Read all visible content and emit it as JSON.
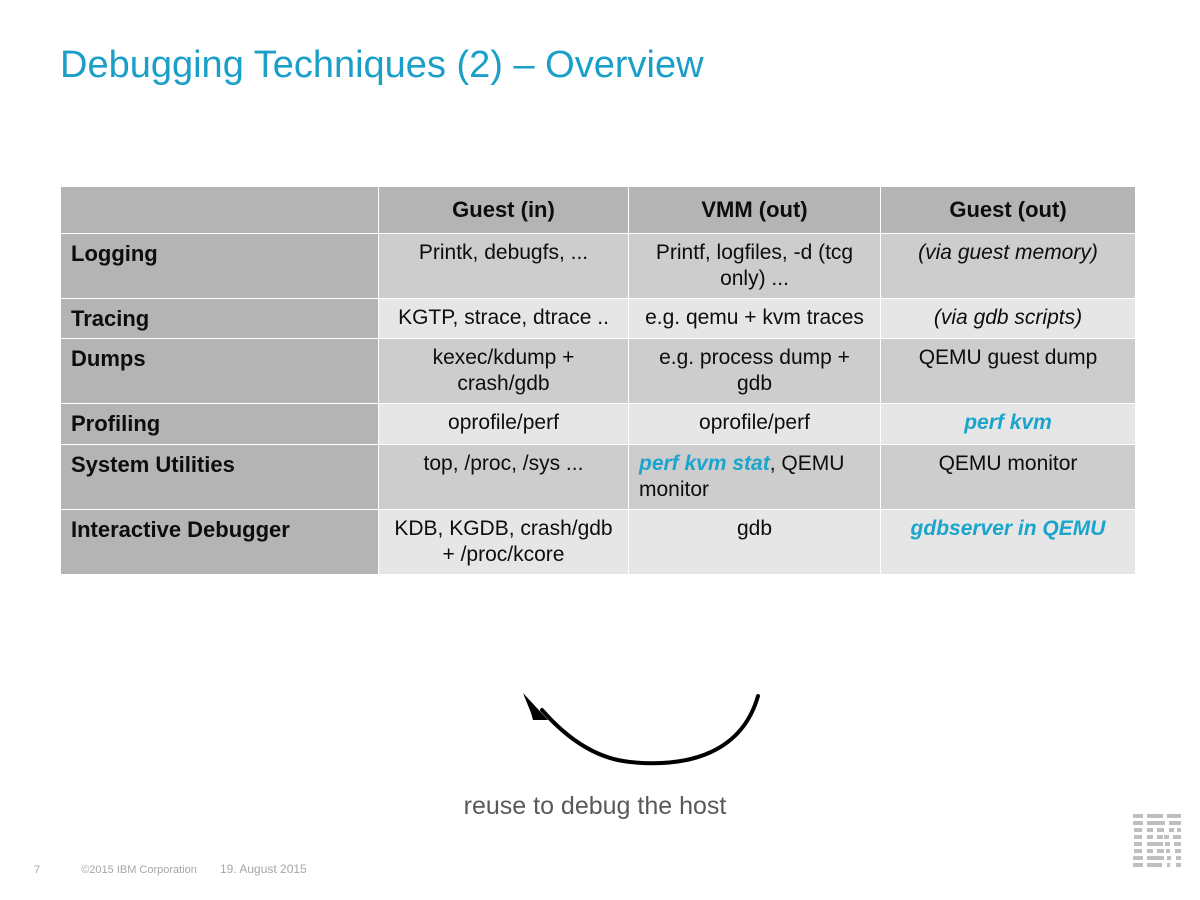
{
  "slide": {
    "title": "Debugging Techniques (2) – Overview",
    "accent_color": "#1a9fc8",
    "highlight_color": "#1ba5cc"
  },
  "table": {
    "headers": [
      "",
      "Guest (in)",
      "VMM (out)",
      "Guest (out)"
    ],
    "rows": [
      {
        "label": "Logging",
        "guest_in": "Printk, debugfs, ...",
        "vmm_out": "Printf, logfiles, -d (tcg only) ...",
        "guest_out": "(via guest memory)"
      },
      {
        "label": "Tracing",
        "guest_in": "KGTP, strace, dtrace ..",
        "vmm_out": "e.g. qemu + kvm traces",
        "guest_out": "(via gdb scripts)"
      },
      {
        "label": "Dumps",
        "guest_in": "kexec/kdump + crash/gdb",
        "vmm_out": "e.g. process dump + gdb",
        "guest_out": "QEMU guest dump"
      },
      {
        "label": "Profiling",
        "guest_in": "oprofile/perf",
        "vmm_out": "oprofile/perf",
        "guest_out": "perf kvm"
      },
      {
        "label": "System Utilities",
        "guest_in": "top, /proc, /sys ...",
        "vmm_out_highlight": "perf kvm stat",
        "vmm_out_rest": ", QEMU monitor",
        "guest_out": "QEMU monitor"
      },
      {
        "label": "Interactive Debugger",
        "guest_in": "KDB, KGDB, crash/gdb + /proc/kcore",
        "vmm_out": "gdb",
        "guest_out": "gdbserver in QEMU"
      }
    ]
  },
  "annotation": {
    "caption": "reuse to debug the host",
    "arrow_icon": "curved-arrow-icon"
  },
  "footer": {
    "page_number": "7",
    "copyright": "©2015 IBM Corporation",
    "date": "19. August 2015",
    "logo_icon": "ibm-logo-icon"
  }
}
